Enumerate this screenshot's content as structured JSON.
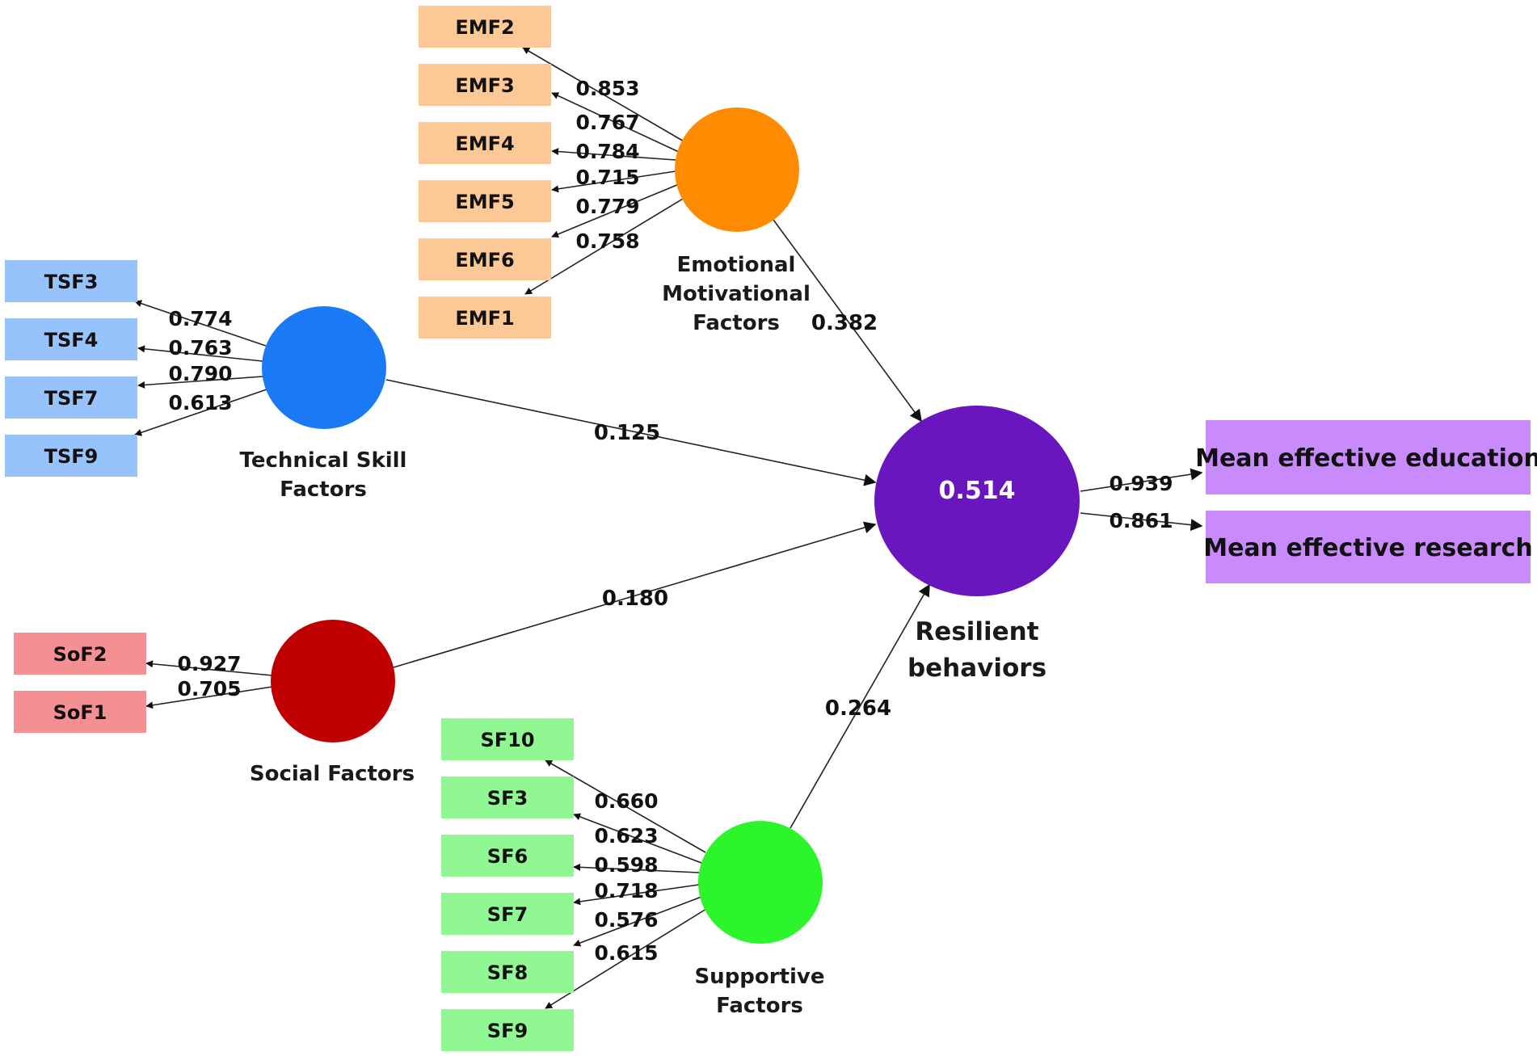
{
  "colors": {
    "emf": "#fbc896",
    "emf_node": "#ff8c00",
    "tsf": "#97c3fc",
    "tsf_node": "#1a7af6",
    "sof": "#f49094",
    "sof_node": "#c00000",
    "sf": "#90f792",
    "sf_node": "#2cf52c",
    "resilient": "#6a16be",
    "outcome": "#c98afc"
  },
  "nodes": {
    "emotional": {
      "line1": "Emotional",
      "line2": "Motivational",
      "line3": "Factors"
    },
    "technical": {
      "line1": "Technical Skill",
      "line2": "Factors"
    },
    "social": {
      "line1": "Social Factors"
    },
    "supportive": {
      "line1": "Supportive",
      "line2": "Factors"
    },
    "resilient": {
      "r2": "0.514",
      "line1": "Resilient",
      "line2": "behaviors"
    }
  },
  "indicators": {
    "emf": [
      {
        "label": "EMF2",
        "loading": "0.853"
      },
      {
        "label": "EMF3",
        "loading": "0.767"
      },
      {
        "label": "EMF4",
        "loading": "0.784"
      },
      {
        "label": "EMF5",
        "loading": "0.715"
      },
      {
        "label": "EMF6",
        "loading": "0.779"
      },
      {
        "label": "EMF1",
        "loading": "0.758"
      }
    ],
    "tsf": [
      {
        "label": "TSF3",
        "loading": "0.774"
      },
      {
        "label": "TSF4",
        "loading": "0.763"
      },
      {
        "label": "TSF7",
        "loading": "0.790"
      },
      {
        "label": "TSF9",
        "loading": "0.613"
      }
    ],
    "sof": [
      {
        "label": "SoF2",
        "loading": "0.927"
      },
      {
        "label": "SoF1",
        "loading": "0.705"
      }
    ],
    "sf": [
      {
        "label": "SF10",
        "loading": "0.660"
      },
      {
        "label": "SF3",
        "loading": "0.623"
      },
      {
        "label": "SF6",
        "loading": "0.598"
      },
      {
        "label": "SF7",
        "loading": "0.718"
      },
      {
        "label": "SF8",
        "loading": "0.576"
      },
      {
        "label": "SF9",
        "loading": "0.615"
      }
    ]
  },
  "paths": {
    "emotional": "0.382",
    "technical": "0.125",
    "social": "0.180",
    "supportive": "0.264"
  },
  "outcomes": [
    {
      "label": "Mean effective education",
      "loading": "0.939"
    },
    {
      "label": "Mean effective research",
      "loading": "0.861"
    }
  ]
}
